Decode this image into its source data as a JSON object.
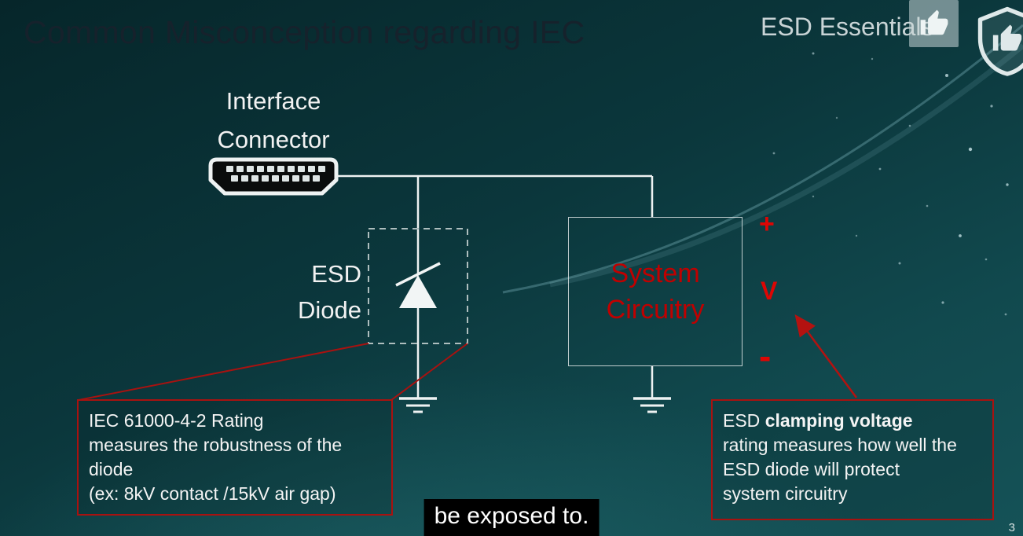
{
  "slide": {
    "title": "Common Misconception regarding IEC",
    "brand": "ESD Essentials",
    "page_number": "3"
  },
  "diagram": {
    "connector_label": {
      "line1": "Interface",
      "line2": "Connector"
    },
    "esd_diode_label": {
      "line1": "ESD",
      "line2": "Diode"
    },
    "system_box": {
      "line1": "System",
      "line2": "Circuitry"
    },
    "polarity": {
      "plus": "+",
      "voltage": "V",
      "minus": "-"
    }
  },
  "callouts": {
    "iec_rating": {
      "line1": "IEC 61000-4-2 Rating",
      "line2": "measures the robustness of the",
      "line3": "diode",
      "line4": "(ex: 8kV contact /15kV air gap)"
    },
    "clamping": {
      "line1_prefix": "ESD ",
      "line1_bold": "clamping voltage",
      "line2": "rating measures how well the",
      "line3": "ESD diode will protect",
      "line4": "system circuitry"
    }
  },
  "caption": {
    "text": "be exposed to."
  },
  "icons": {
    "like": "thumbs-up-icon",
    "logo": "shield-icon"
  },
  "colors": {
    "accent_red": "#a81210",
    "system_text_red": "#c00000",
    "title_text": "#16222c",
    "light_text": "#f2f2f2",
    "background_top": "#06262a",
    "background_bottom": "#155257",
    "caption_background": "#000000"
  }
}
